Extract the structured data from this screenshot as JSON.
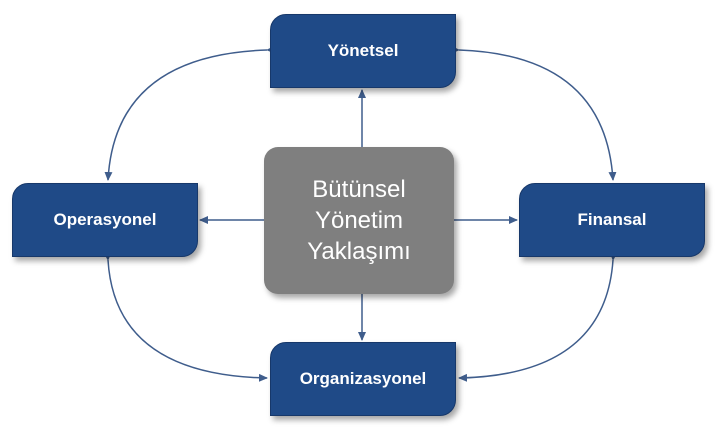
{
  "diagram": {
    "center": {
      "lines": [
        "Bütünsel",
        "Yönetim",
        "Yaklaşımı"
      ]
    },
    "nodes": {
      "top": "Yönetsel",
      "left": "Operasyonel",
      "right": "Finansal",
      "bottom": "Organizasyonel"
    }
  },
  "colors": {
    "node_fill": "#1f4a87",
    "center_fill": "#7f7f7f",
    "connector": "#3f5d8c",
    "text": "#ffffff"
  }
}
